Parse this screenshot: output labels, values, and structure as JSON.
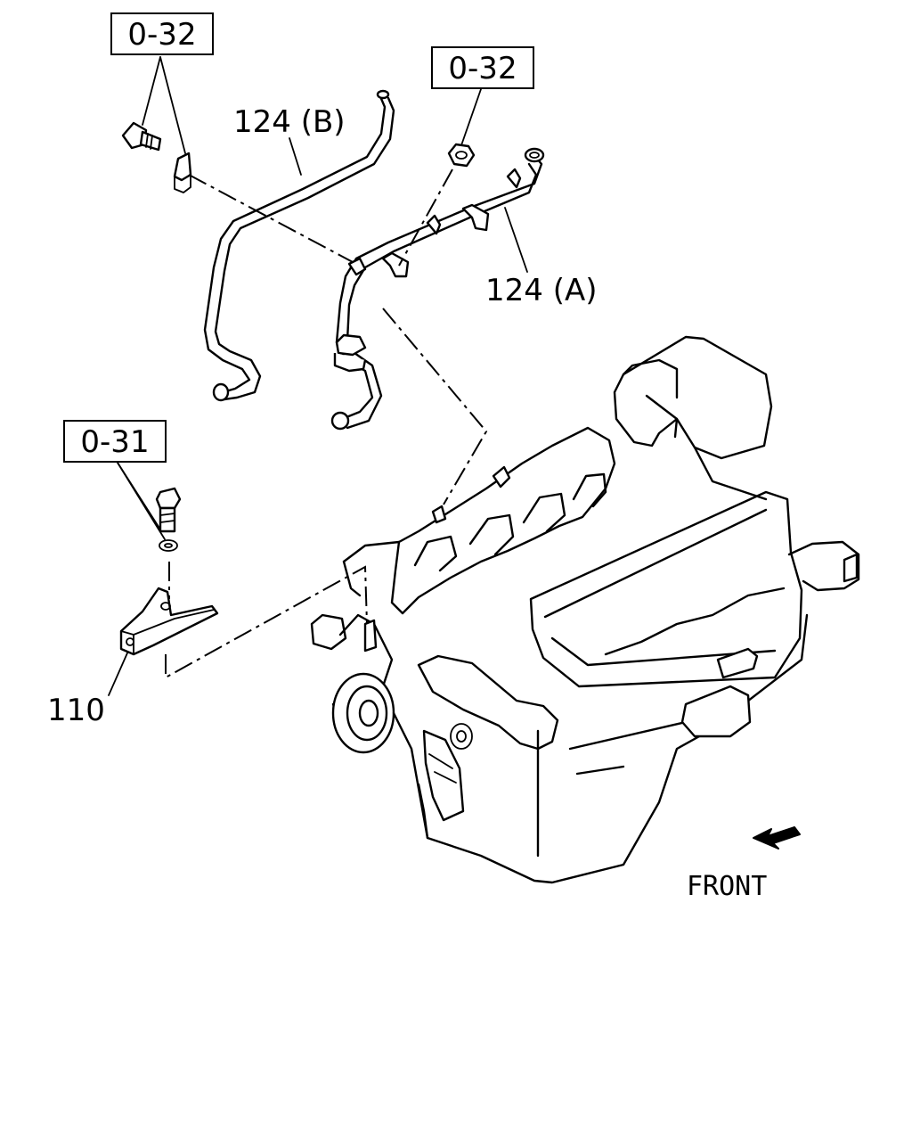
{
  "callouts": {
    "ref_top_left": "0-32",
    "ref_top_right": "0-32",
    "ref_left": "0-31",
    "part_124b": "124 (B)",
    "part_124a": "124 (A)",
    "part_110": "110"
  },
  "orientation": {
    "front_label": "FRONT",
    "arrow_icon": "arrow-down-left-icon"
  }
}
